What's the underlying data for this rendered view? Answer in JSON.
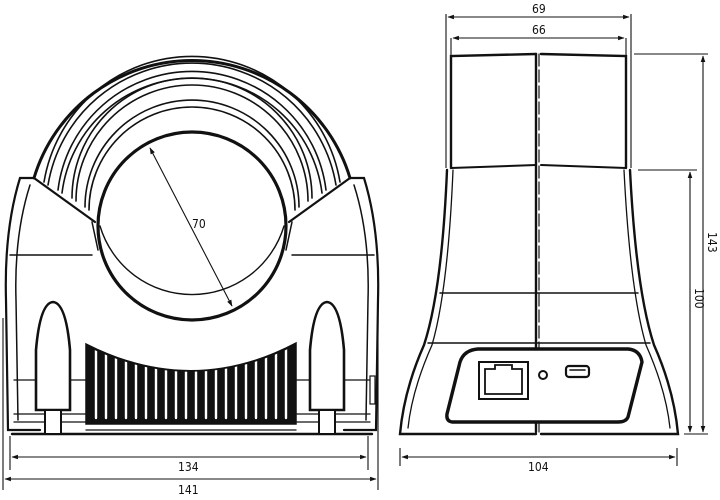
{
  "drawing": {
    "type": "technical dimension drawing",
    "views": {
      "front": {
        "label": "front-view",
        "dimensions": {
          "inner_diameter": "70",
          "base_width_inner": "134",
          "base_width_outer": "141"
        }
      },
      "side": {
        "label": "side-view",
        "dimensions": {
          "top_width_outer": "69",
          "top_width_inner": "66",
          "body_height": "100",
          "total_height": "143",
          "base_width": "104"
        },
        "ports": [
          "ethernet-port",
          "indicator-led",
          "mini-usb-port"
        ]
      }
    },
    "colors": {
      "line": "#111111",
      "background": "#ffffff"
    }
  }
}
